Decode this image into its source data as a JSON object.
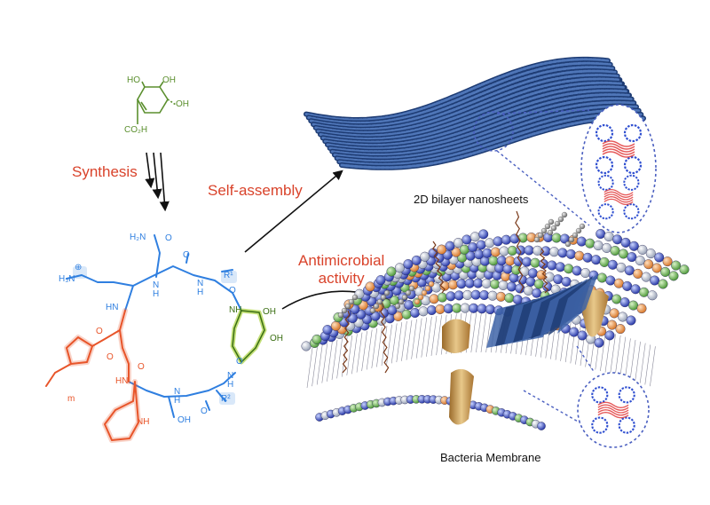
{
  "labels": {
    "synthesis": "Synthesis",
    "self_assembly": "Self-assembly",
    "antimicrobial": "Antimicrobial\nactivity",
    "nanosheets": "2D bilayer nanosheets",
    "membrane": "Bacteria Membrane"
  },
  "molecule": {
    "shikimic": {
      "ho1": "HO",
      "oh1": "OH",
      "oh2": "OH",
      "co2h": "CO₂H"
    },
    "ring": {
      "h2n": "H₂N",
      "o1": "O",
      "h3n": "H₃N",
      "plus": "⊕",
      "nh1": "N",
      "h1": "H",
      "nh2": "N",
      "h2": "H",
      "r1": "R¹",
      "o2": "O",
      "o3": "O",
      "hn1": "HN",
      "o4": "O",
      "nh3": "NH",
      "oh3": "OH",
      "oh4": "OH",
      "hn2": "HN",
      "o5": "O",
      "o6": "O",
      "nh4": "N",
      "h3": "H",
      "r2": "R²",
      "nh5": "N",
      "h4": "H",
      "oh5": "OH",
      "o7": "O",
      "m": "m",
      "nh6": "NH",
      "o8": "O"
    }
  },
  "colors": {
    "green": "#5b8f2e",
    "blue": "#2f7fe0",
    "orange": "#e8552a",
    "lime": "#9ccc1f",
    "sheet": "#2c4f8a",
    "label_red": "#d9432b"
  }
}
